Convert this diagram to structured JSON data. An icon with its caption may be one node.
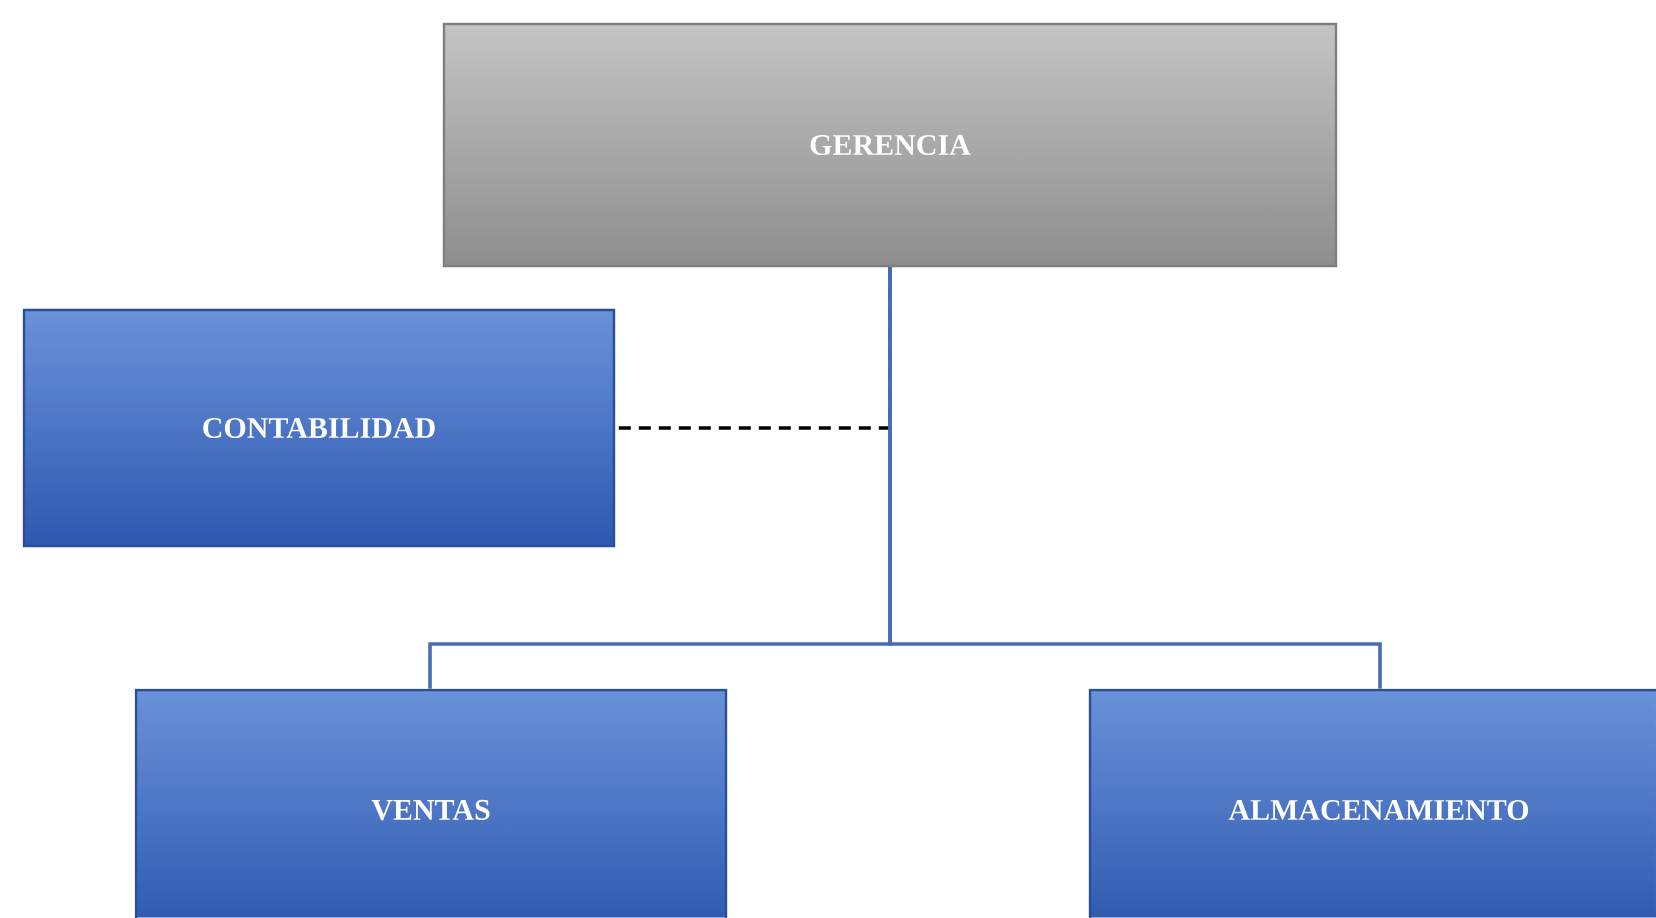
{
  "diagram": {
    "nodes": [
      {
        "text": [
          "GERENCIA"
        ]
      },
      {
        "text": [
          "CONTABILIDAD"
        ]
      },
      {
        "text": [
          "VENTAS"
        ]
      },
      {
        "text": [
          "ALMACENAMIENTO"
        ]
      }
    ],
    "edges": [
      {
        "from": 0,
        "to": 1,
        "arrow": "none",
        "style": "dashed",
        "color": "#000000"
      },
      {
        "from": 0,
        "to": 2,
        "arrow": "none"
      },
      {
        "from": 0,
        "to": 3,
        "arrow": "none"
      }
    ]
  }
}
